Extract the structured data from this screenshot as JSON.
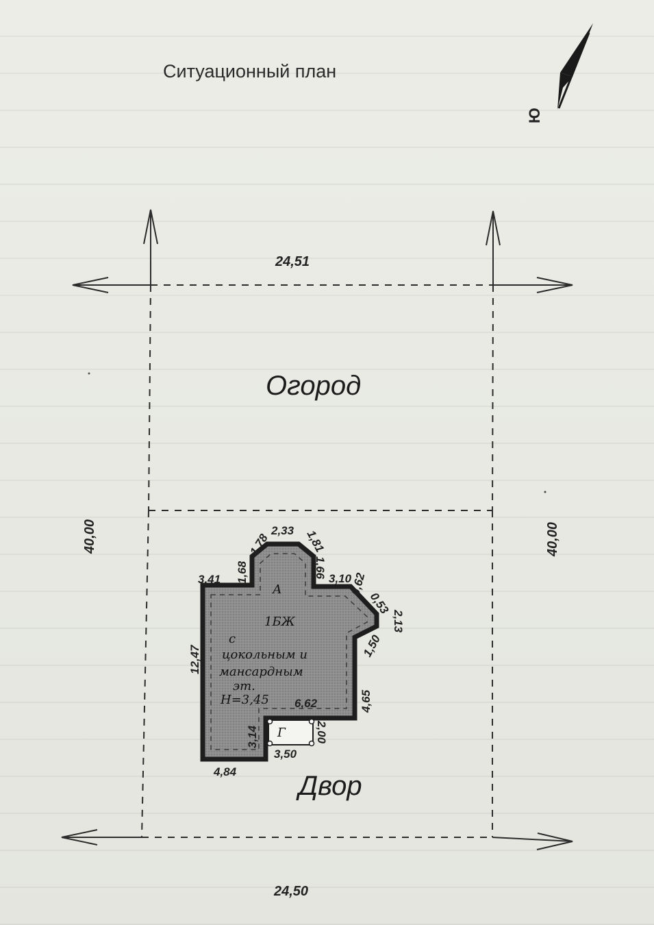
{
  "title": "Ситуационный план",
  "north_label": "Ю",
  "zones": {
    "garden": "Огород",
    "yard": "Двор"
  },
  "plot_dimensions": {
    "top": "24,51",
    "bottom": "24,50",
    "left": "40,00",
    "right": "40,00"
  },
  "building": {
    "label_a": "А",
    "code": "1БЖ",
    "desc_1": "с",
    "desc_2": "цокольным и",
    "desc_3": "мансардным",
    "desc_4": "эт.",
    "height": "Н=3,45",
    "garage_label": "Г"
  },
  "building_dimensions": {
    "d_3_41": "3,41",
    "d_1_68": "1,68",
    "d_1_78": "1,78",
    "d_2_33": "2,33",
    "d_1_81": "1,81",
    "d_1_66": "1,66",
    "d_3_10": "3,10",
    "d_0_62": "0,62",
    "d_0_53": "0,53",
    "d_2_13": "2,13",
    "d_1_50": "1,50",
    "d_12_47": "12,47",
    "d_4_65": "4,65",
    "d_6_62": "6,62",
    "d_3_14": "3,14",
    "d_2_00": "2,00",
    "d_3_50": "3,50",
    "d_4_84": "4,84"
  },
  "colors": {
    "line": "#2b2b2b",
    "building_fill": "#8c8c8c",
    "building_outline": "#1e1e1e"
  }
}
